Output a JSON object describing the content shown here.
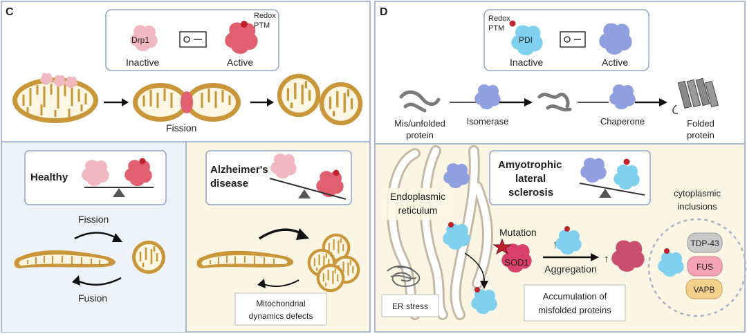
{
  "panel_c": {
    "letter": "C",
    "legend": {
      "drp1": "Drp1",
      "inactive": "Inactive",
      "active": "Active",
      "redox": "Redox",
      "ptm": "PTM"
    },
    "fission_label": "Fission",
    "healthy": {
      "title": "Healthy",
      "top_label": "Fission",
      "bottom_label": "Fusion"
    },
    "alzheimers": {
      "title_line1": "Alzheimer's",
      "title_line2": "disease",
      "defects_line1": "Mitochondrial",
      "defects_line2": "dynamics defects"
    }
  },
  "panel_d": {
    "letter": "D",
    "legend": {
      "pdi": "PDI",
      "inactive": "Inactive",
      "active": "Active",
      "redox": "Redox",
      "ptm": "PTM"
    },
    "pathway": {
      "misfolded_line1": "Mis/unfolded",
      "misfolded_line2": "protein",
      "isomerase": "Isomerase",
      "chaperone": "Chaperone",
      "folded_line1": "Folded",
      "folded_line2": "protein"
    },
    "als": {
      "line1": "Amyotrophic",
      "line2": "lateral",
      "line3": "sclerosis"
    },
    "er": {
      "line1": "Endoplasmic",
      "line2": "reticulum"
    },
    "er_stress": "ER stress",
    "mutation": "Mutation",
    "sod1": "SOD1",
    "aggregation": "Aggregation",
    "up_arrow": "↑",
    "accumulation_line1": "Accumulation of",
    "accumulation_line2": "misfolded  proteins",
    "inclusions_line1": "cytoplasmic",
    "inclusions_line2": "inclusions",
    "inclusion_items": [
      "TDP-43",
      "FUS",
      "VAPB"
    ]
  },
  "colors": {
    "drp1_inactive": "#f2b8bf",
    "drp1_active": "#e0606f",
    "pdi_inactive": "#7fd0ee",
    "pdi_active": "#8f9fe0",
    "mito_fill": "#c9963a",
    "panel_border": "#8fa3c6",
    "healthy_bg": "#eef3fa",
    "disease_bg": "#fbf6e4"
  }
}
